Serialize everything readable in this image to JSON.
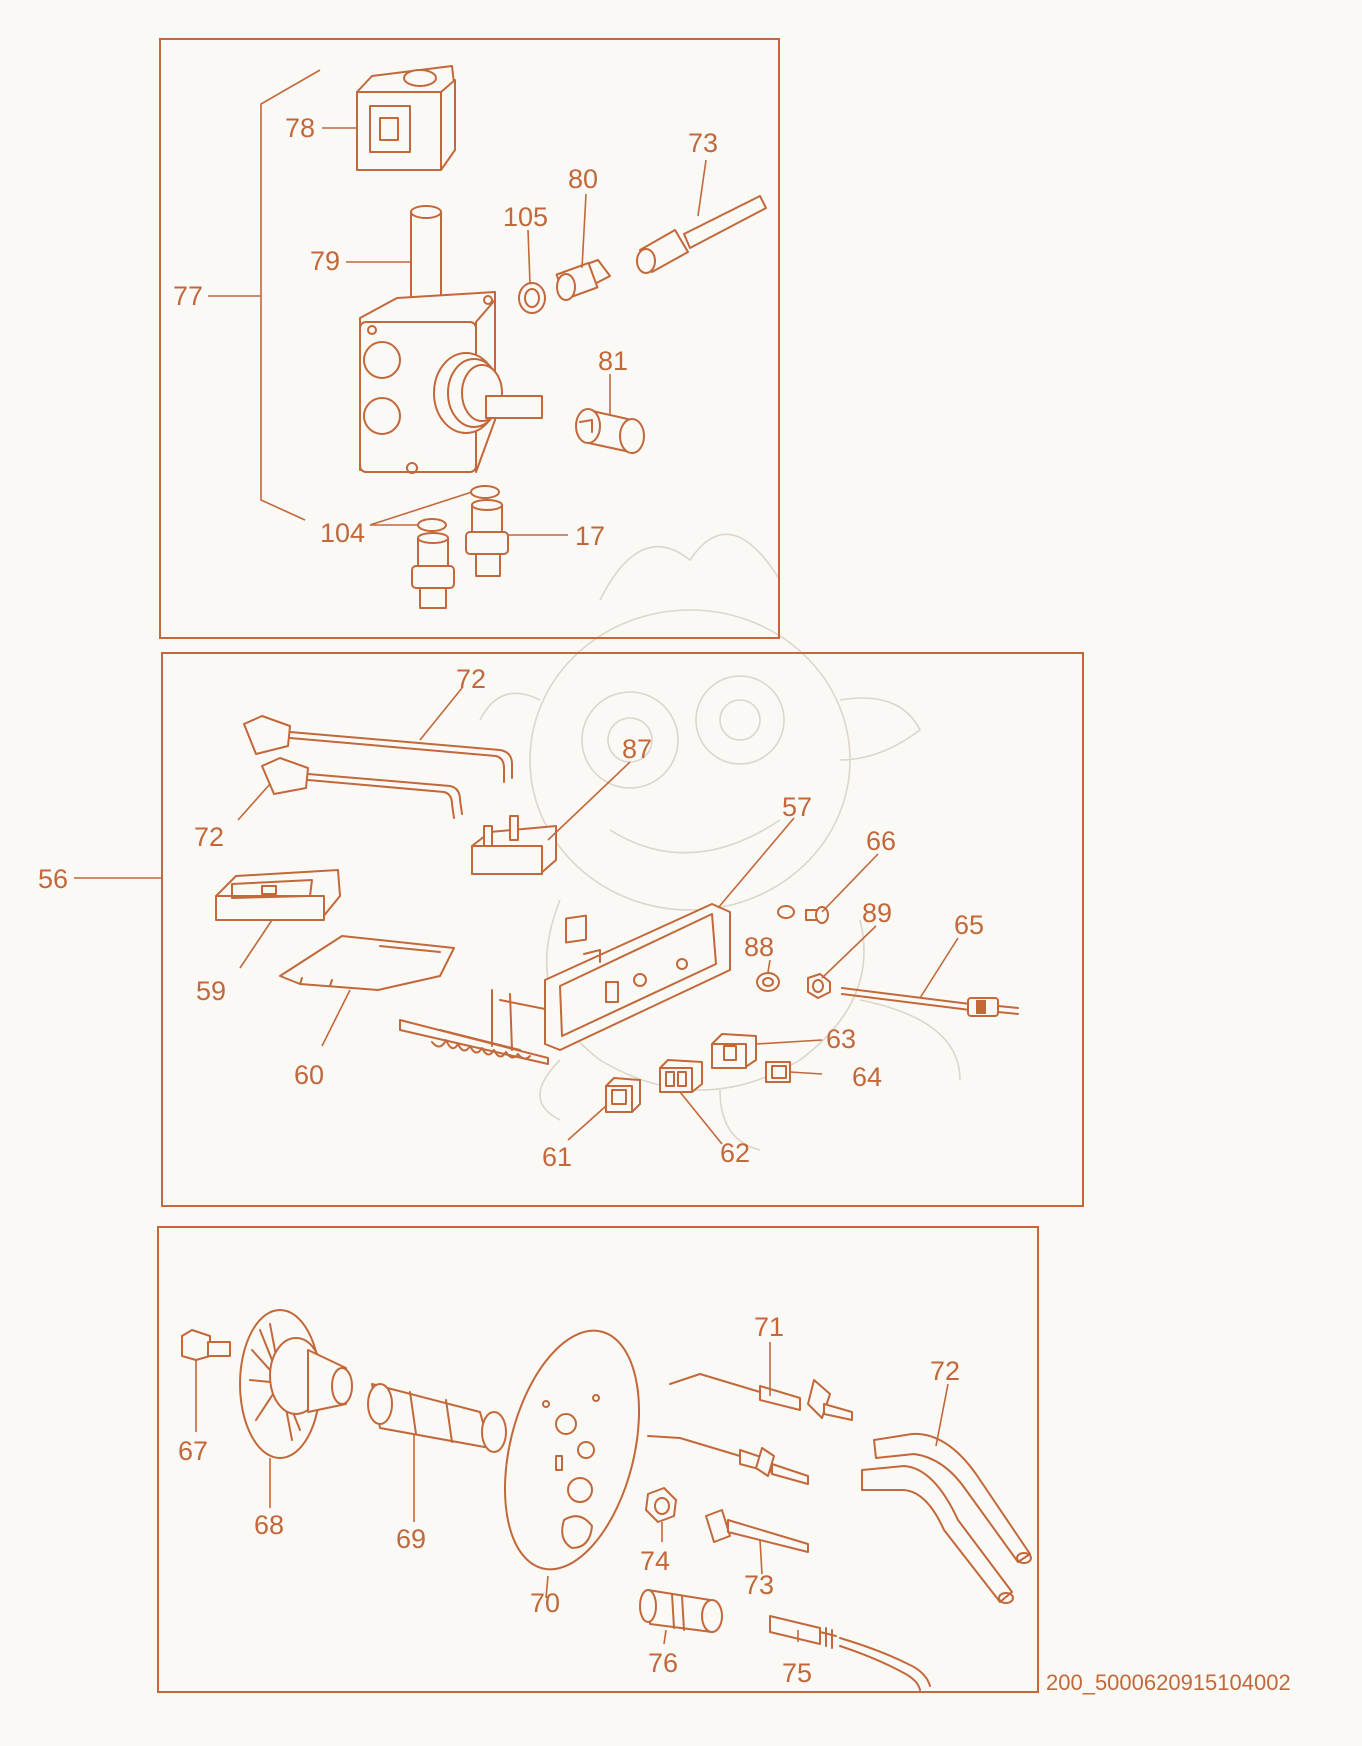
{
  "diagram": {
    "labels": {
      "p17": "17",
      "p56": "56",
      "p57": "57",
      "p59": "59",
      "p60": "60",
      "p61": "61",
      "p62": "62",
      "p63": "63",
      "p64": "64",
      "p65": "65",
      "p66": "66",
      "p67": "67",
      "p68": "68",
      "p69": "69",
      "p70": "70",
      "p71": "71",
      "p72a": "72",
      "p72b": "72",
      "p72c": "72",
      "p73a": "73",
      "p73b": "73",
      "p74": "74",
      "p75": "75",
      "p76": "76",
      "p77": "77",
      "p78": "78",
      "p79": "79",
      "p80": "80",
      "p81": "81",
      "p87": "87",
      "p88": "88",
      "p89": "89",
      "p104": "104",
      "p105": "105"
    },
    "drawing_code": "200_5000620915104002"
  },
  "colors": {
    "ink": "#c2683a",
    "background": "#fbf9f5",
    "watermark": "#dcd6cc"
  }
}
